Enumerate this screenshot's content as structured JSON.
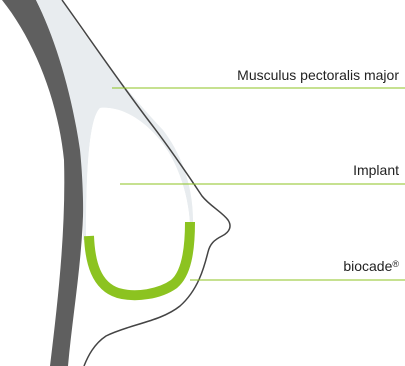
{
  "labels": {
    "muscle": "Musculus pectoralis major",
    "implant": "Implant",
    "biocade": "biocade",
    "biocade_mark": "®"
  },
  "colors": {
    "chest_wall": "#5f5f5f",
    "muscle": "#e8ecef",
    "implant_fill": "#ffffff",
    "biocade": "#8cc320",
    "leader_line": "#8cc320",
    "skin_outline": "#444444"
  }
}
